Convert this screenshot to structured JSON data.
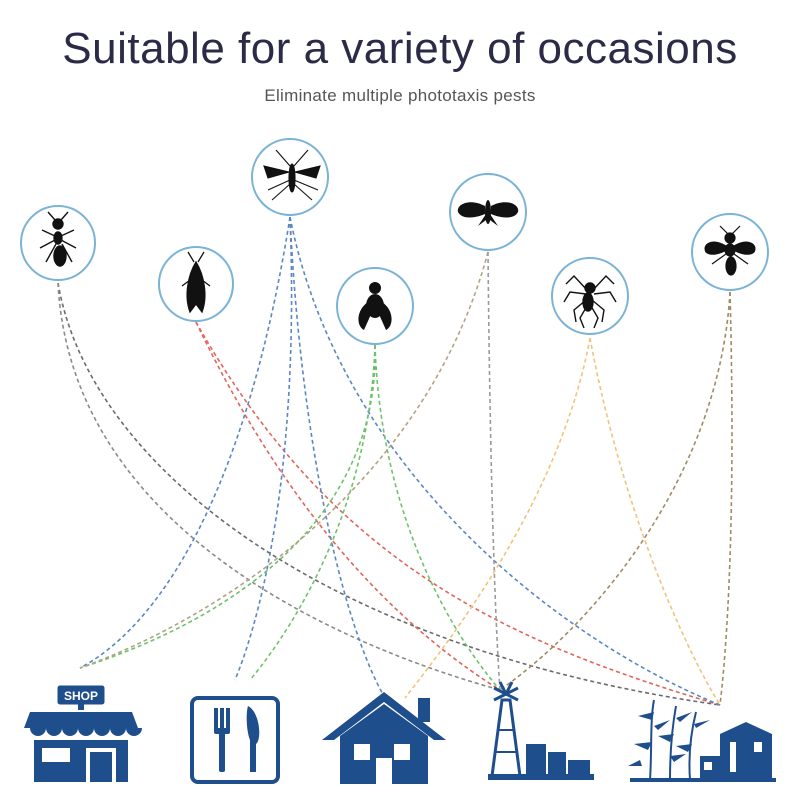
{
  "header": {
    "title": "Suitable for a variety of occasions",
    "subtitle": "Eliminate multiple phototaxis pests"
  },
  "shop_sign": "SHOP",
  "pests": [
    {
      "name": "ant-icon"
    },
    {
      "name": "winged-insect-icon"
    },
    {
      "name": "mosquito-icon"
    },
    {
      "name": "fly-icon"
    },
    {
      "name": "moth-icon"
    },
    {
      "name": "spider-icon"
    },
    {
      "name": "wasp-icon"
    }
  ],
  "places": [
    {
      "name": "shop-icon"
    },
    {
      "name": "restaurant-icon"
    },
    {
      "name": "house-icon"
    },
    {
      "name": "farm-icon"
    },
    {
      "name": "garden-icon"
    }
  ],
  "colors": {
    "title": "#2b2b47",
    "icon_blue": "#1f4e8c",
    "circle_stroke": "#7ab3d6",
    "line_gray": "#6b6b6b",
    "line_red": "#e0665a",
    "line_blue": "#5b86c5",
    "line_green": "#6cc26b",
    "line_tan": "#b3a384",
    "line_orange": "#f2c27a",
    "line_brown": "#a08a66"
  }
}
